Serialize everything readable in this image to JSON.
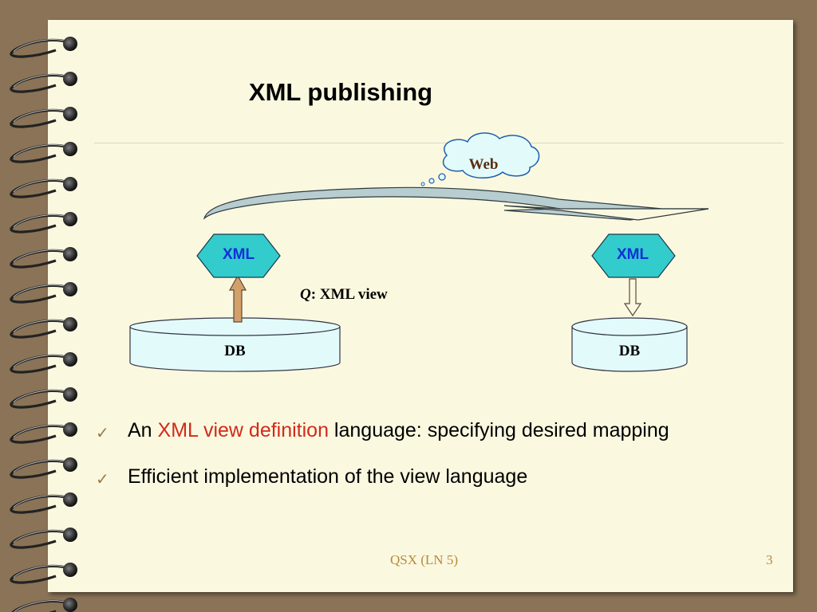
{
  "slide": {
    "title": "XML publishing",
    "footer_text": "QSX  (LN 5)",
    "page_number": "3"
  },
  "diagram": {
    "cloud_label": "Web",
    "source_xml_label": "XML",
    "target_xml_label": "XML",
    "query_label_italic": "Q",
    "query_label_rest": ": XML view",
    "source_db_label": "DB",
    "target_db_label": "DB"
  },
  "bullets": [
    {
      "prefix": "An ",
      "highlight": "XML view definition",
      "suffix": " language: specifying desired mapping"
    },
    {
      "text": "Efficient implementation of the view language"
    }
  ],
  "colors": {
    "background": "#8a7356",
    "page": "#fbf8e0",
    "hexagon_fill": "#33cccc",
    "xml_text": "#1030d8",
    "db_fill": "#e2fbfa",
    "highlight": "#d12a1a",
    "footer": "#b58a3a",
    "arrow_fill": "#d4a06a",
    "curved_arrow_fill": "#b7cdd0"
  },
  "icons": {
    "binder_rings": "spiral-binding",
    "bullet": "check-mark-icon"
  }
}
